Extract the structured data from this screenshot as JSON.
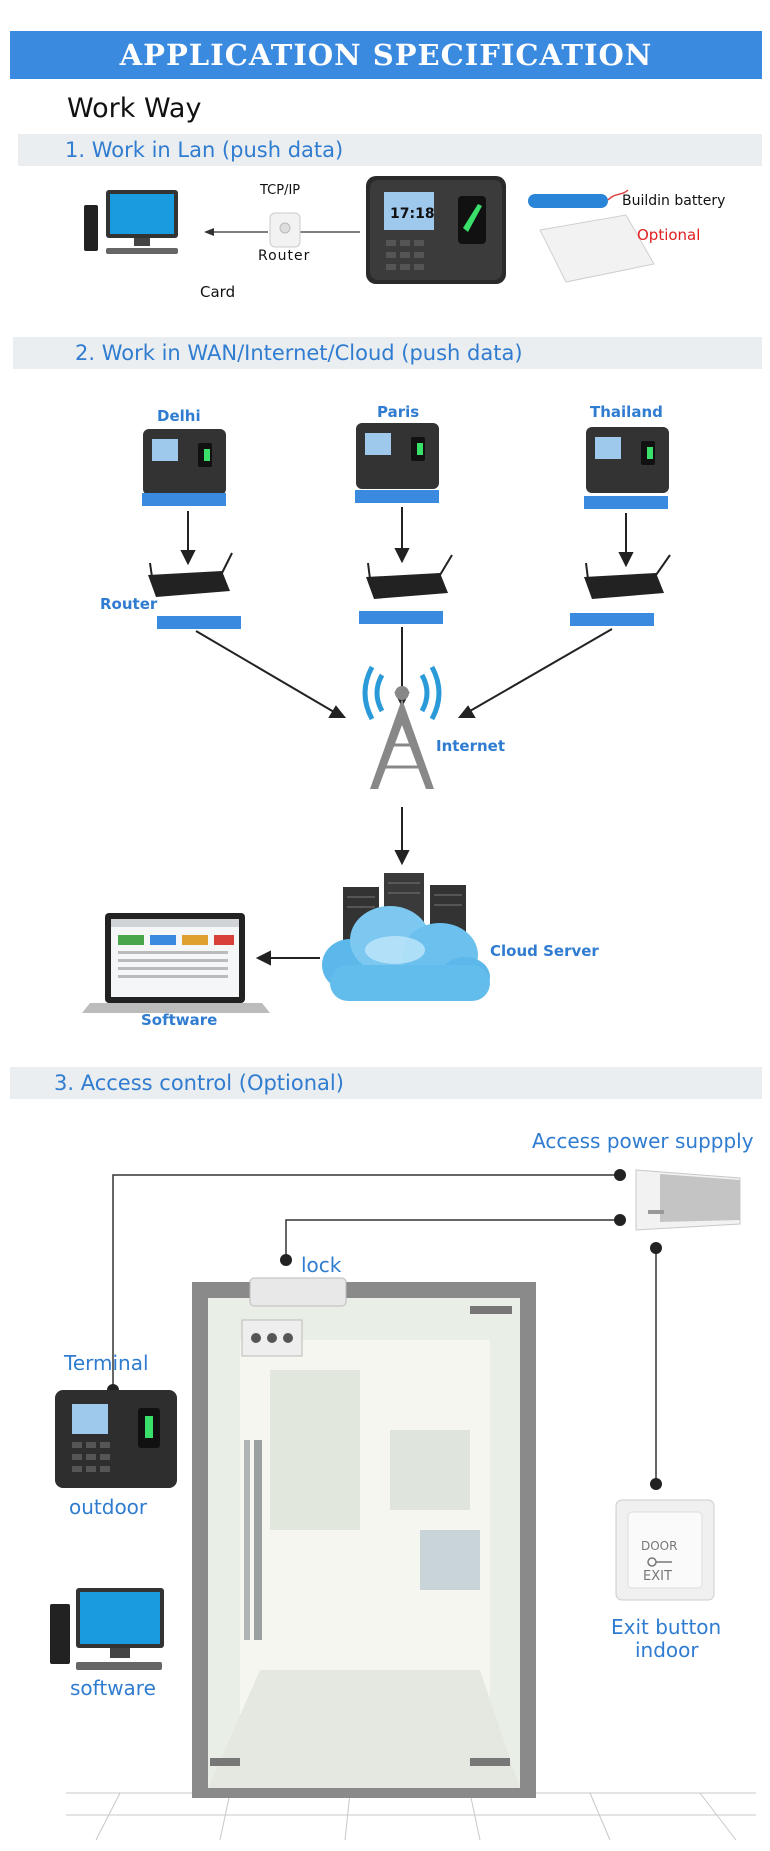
{
  "header": {
    "title": "APPLICATION SPECIFICATION"
  },
  "work_way": {
    "heading": "Work Way"
  },
  "section1": {
    "title": "1. Work in Lan (push data)",
    "protocol_label": "TCP/IP",
    "router_label": "Router",
    "card_label": "Card",
    "battery_label": "Buildin battery",
    "optional_label": "Optional",
    "device_screen_time": "17:18"
  },
  "section2": {
    "title": "2. Work in WAN/Internet/Cloud (push data)",
    "cities": [
      "Delhi",
      "Paris",
      "Thailand"
    ],
    "router_label": "Router",
    "internet_label": "Internet",
    "cloud_label": "Cloud Server",
    "software_label": "Software"
  },
  "section3": {
    "title": "3. Access control (Optional)",
    "power_label": "Access power suppply",
    "lock_label": "lock",
    "terminal_label": "Terminal",
    "outdoor_label": "outdoor",
    "software_label": "software",
    "exit_label_1": "Exit button",
    "exit_label_2": "indoor",
    "exit_button_text_1": "DOOR",
    "exit_button_text_2": "EXIT"
  },
  "colors": {
    "accent": "#3a8ae0",
    "section_title": "#2f7cd0",
    "optional": "#e02020",
    "section_bar": "#ebeef0"
  }
}
